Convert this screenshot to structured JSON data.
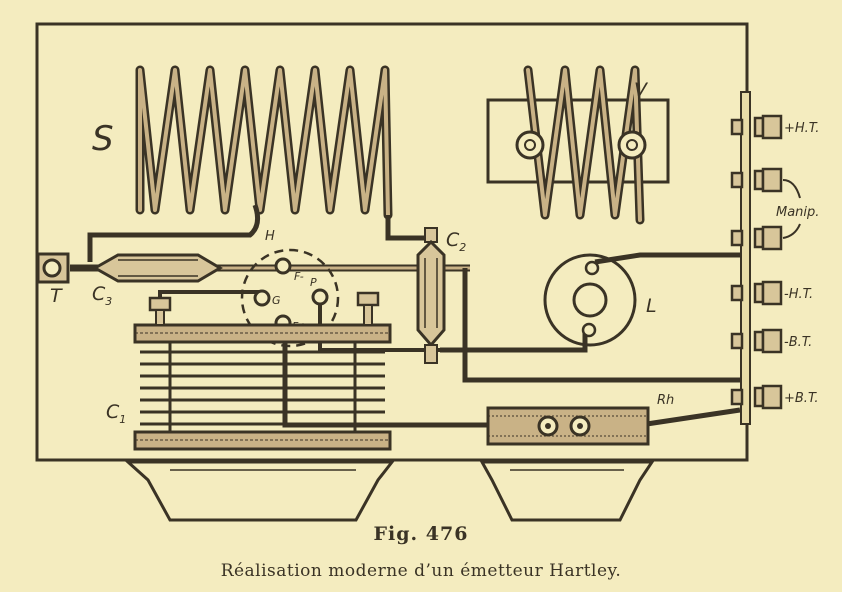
{
  "figure": {
    "number": "Fig. 476",
    "caption": "Réalisation moderne d’un émetteur Hartley."
  },
  "labels": {
    "coil_s": "S",
    "coil_v": "V",
    "tap_h": "H",
    "capacitor_c2": "C",
    "capacitor_c2_sub": "2",
    "capacitor_c3": "C",
    "capacitor_c3_sub": "3",
    "capacitor_c1": "C",
    "capacitor_c1_sub": "1",
    "terminal_t": "T",
    "inductor_l": "L",
    "rheostat_rh": "Rh",
    "tube_f_minus": "F-",
    "tube_f_plus": "F+",
    "tube_g": "G",
    "tube_p": "P"
  },
  "terminals": [
    {
      "label": "+H.T."
    },
    {
      "label": "Manip."
    },
    {
      "label": "-H.T."
    },
    {
      "label": "-B.T."
    },
    {
      "label": "+B.T."
    }
  ],
  "colors": {
    "paper": "#f4ecbf",
    "ink": "#3a3325",
    "wire_fill": "#b39870"
  }
}
